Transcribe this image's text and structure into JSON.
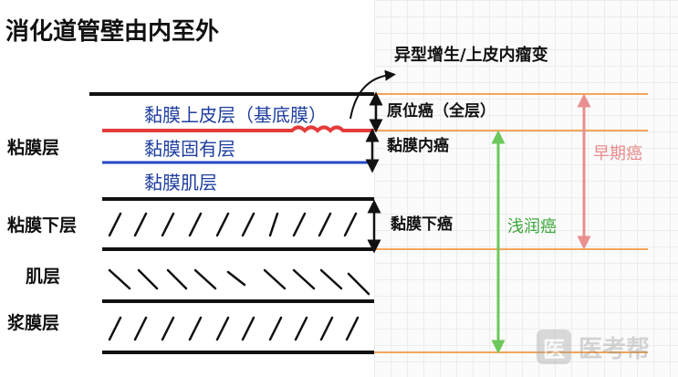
{
  "title": "消化道管壁由内至外",
  "annotation_top": "异型增生/上皮内瘤变",
  "left_labels": {
    "mucosa": "粘膜层",
    "submucosa": "粘膜下层",
    "muscularis": "肌层",
    "serosa": "浆膜层"
  },
  "mucosa_sublayers": {
    "epithelium": "黏膜上皮层（基底膜）",
    "lamina_propria": "黏膜固有层",
    "muscularis_mucosae": "黏膜肌层"
  },
  "depth_labels": {
    "full_epithelium": "原位癌（全层）",
    "intramucosal": "黏膜内癌",
    "submucosal": "黏膜下癌",
    "superficial": "浅润癌",
    "early": "早期癌"
  },
  "watermark": "医考帮",
  "colors": {
    "ink": "#111111",
    "basement_membrane_red": "#e63b3b",
    "lamina_propria_blue": "#2447c8",
    "text_blue": "#1f3fa0",
    "orange_guides": "#f3a55a",
    "green_arrow": "#6cc85a",
    "pink_arrow": "#ea8f8f"
  }
}
